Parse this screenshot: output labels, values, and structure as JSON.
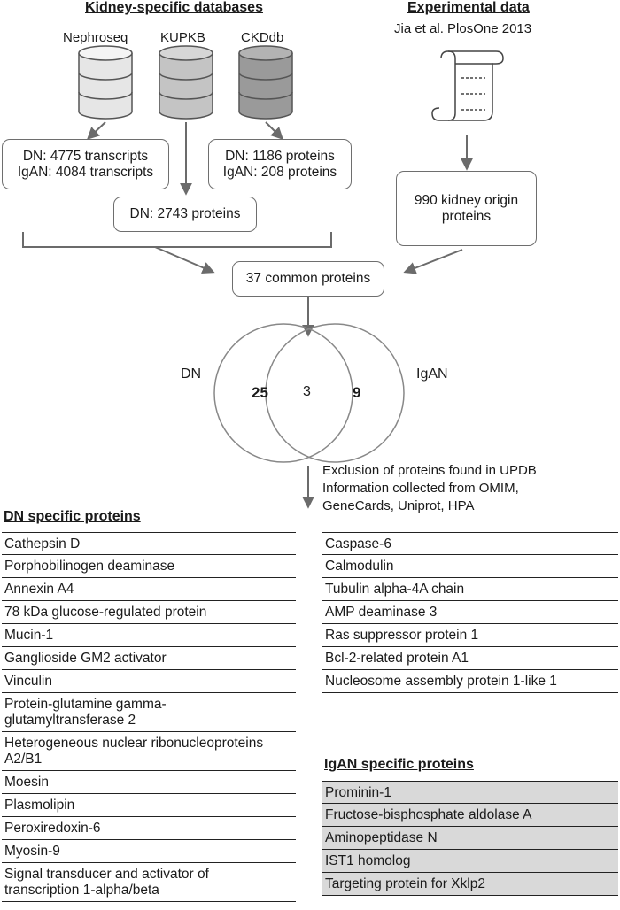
{
  "headers": {
    "kidney": "Kidney-specific databases",
    "experimental": "Experimental data",
    "citation": "Jia et al. PlosOne 2013"
  },
  "databases": [
    "Nephroseq",
    "KUPKB",
    "CKDdb"
  ],
  "boxes": {
    "nephroseq_line1": "DN: 4775 transcripts",
    "nephroseq_line2": "IgAN: 4084 transcripts",
    "ckddb_line1": "DN: 1186 proteins",
    "ckddb_line2": "IgAN: 208 proteins",
    "kupkb": "DN: 2743 proteins",
    "kidney_origin_line1": "990 kidney origin",
    "kidney_origin_line2": "proteins",
    "common": "37 common proteins"
  },
  "venn": {
    "left_label": "DN",
    "right_label": "IgAN",
    "left_only": "25",
    "overlap": "3",
    "right_only": "9"
  },
  "exclusion_note": {
    "line1": "Exclusion of proteins found in UPDB",
    "line2": "Information collected from OMIM,",
    "line3": "GeneCards, Uniprot, HPA"
  },
  "dn_title": "DN specific proteins",
  "dn_list_left": [
    "Cathepsin D",
    "Porphobilinogen deaminase",
    "Annexin A4",
    "78 kDa glucose-regulated protein",
    "Mucin-1",
    "Ganglioside GM2 activator",
    "Vinculin",
    "Protein-glutamine gamma-glutamyltransferase 2",
    "Heterogeneous nuclear ribonucleoproteins A2/B1",
    "Moesin",
    "Plasmolipin",
    "Peroxiredoxin-6",
    "Myosin-9",
    "Signal transducer and activator of transcription 1-alpha/beta"
  ],
  "dn_list_right": [
    "Caspase-6",
    "Calmodulin",
    "Tubulin alpha-4A chain",
    "AMP deaminase 3",
    "Ras suppressor protein 1",
    "Bcl-2-related protein A1",
    "Nucleosome assembly protein 1-like 1"
  ],
  "igan_title": "IgAN specific proteins",
  "igan_list": [
    "Prominin-1",
    "Fructose-bisphosphate aldolase A",
    "Aminopeptidase N",
    "IST1 homolog",
    "Targeting protein for Xklp2"
  ],
  "colors": {
    "db1": "#e6e6e6",
    "db2": "#c4c4c4",
    "db3": "#9a9a9a",
    "arrow": "#6b6b6b",
    "igan_fill": "#d9d9d9"
  }
}
